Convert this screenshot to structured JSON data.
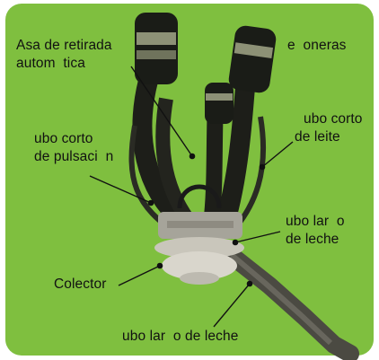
{
  "colors": {
    "background_panel": "#7fbf3f",
    "cup_shell": "#1a1c17",
    "liner_band": "#8d9176",
    "metal": "#b8b6ad",
    "pointer": "#111111"
  },
  "labels": {
    "asa_line1": "Asa de retirada",
    "asa_line2": "autom  tica",
    "teteras": "e  oneras",
    "pulsacion_line1": "ubo corto",
    "pulsacion_line2": "de pulsaci  n",
    "leite_line1": "ubo corto",
    "leite_line2": "de leite",
    "largo_right_line1": "ubo lar  o",
    "largo_right_line2": "de leche",
    "colector": "Colector",
    "largo_bottom": "ubo lar  o de leche"
  }
}
